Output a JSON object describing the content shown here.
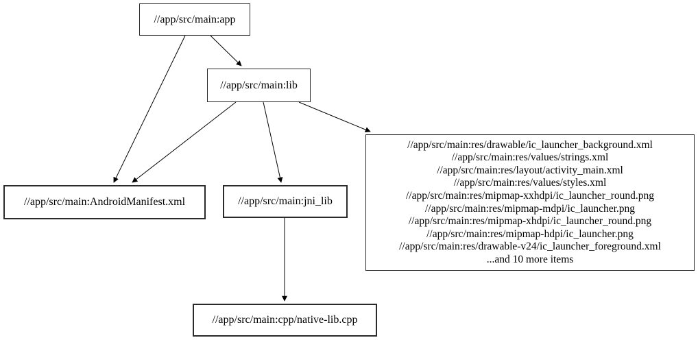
{
  "colors": {
    "background": "#ffffff",
    "node_border": "#2a2a2a",
    "text": "#000000",
    "edge": "#000000"
  },
  "nodes": {
    "app": {
      "label": "//app/src/main:app"
    },
    "lib": {
      "label": "//app/src/main:lib"
    },
    "manifest": {
      "label": "//app/src/main:AndroidManifest.xml"
    },
    "jni_lib": {
      "label": "//app/src/main:jni_lib"
    },
    "cpp": {
      "label": "//app/src/main:cpp/native-lib.cpp"
    },
    "res_group": {
      "lines": [
        "//app/src/main:res/drawable/ic_launcher_background.xml",
        "//app/src/main:res/values/strings.xml",
        "//app/src/main:res/layout/activity_main.xml",
        "//app/src/main:res/values/styles.xml",
        "//app/src/main:res/mipmap-xxhdpi/ic_launcher_round.png",
        "//app/src/main:res/mipmap-mdpi/ic_launcher.png",
        "//app/src/main:res/mipmap-xhdpi/ic_launcher_round.png",
        "//app/src/main:res/mipmap-hdpi/ic_launcher.png",
        "//app/src/main:res/drawable-v24/ic_launcher_foreground.xml",
        "...and 10 more items"
      ]
    }
  },
  "edges": [
    {
      "from": "app",
      "to": "lib"
    },
    {
      "from": "app",
      "to": "manifest"
    },
    {
      "from": "lib",
      "to": "manifest"
    },
    {
      "from": "lib",
      "to": "jni_lib"
    },
    {
      "from": "lib",
      "to": "res_group"
    },
    {
      "from": "jni_lib",
      "to": "cpp"
    }
  ]
}
